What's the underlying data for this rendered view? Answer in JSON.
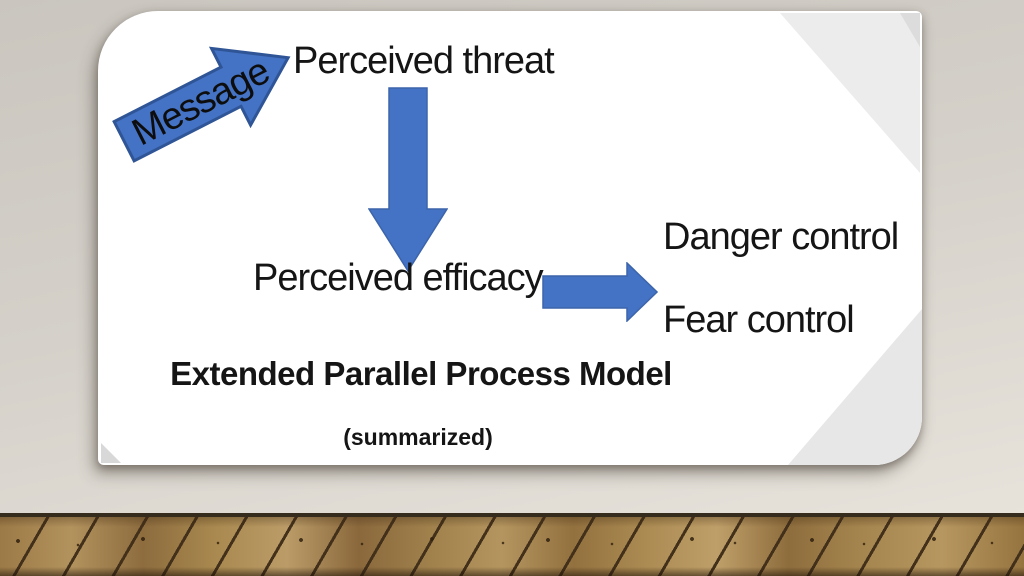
{
  "slide": {
    "labels": {
      "message": "Message",
      "perceived_threat": "Perceived threat",
      "perceived_efficacy": "Perceived efficacy",
      "danger_control": "Danger control",
      "fear_control": "Fear control"
    },
    "title": "Extended Parallel Process Model",
    "subtitle": "(summarized)"
  },
  "colors": {
    "arrow-fill": "#4472c4",
    "arrow-outline": "#2f5597",
    "label-text": "#151515",
    "slide-bg": "#ffffff",
    "corner-gray": "#ececec",
    "corner-gray-dark": "#dcdcdc",
    "wall-top": "#cac6bf",
    "wall-bottom": "#e8e4dc",
    "floor-seam": "#43301b",
    "floor-border": "#352c1d"
  }
}
